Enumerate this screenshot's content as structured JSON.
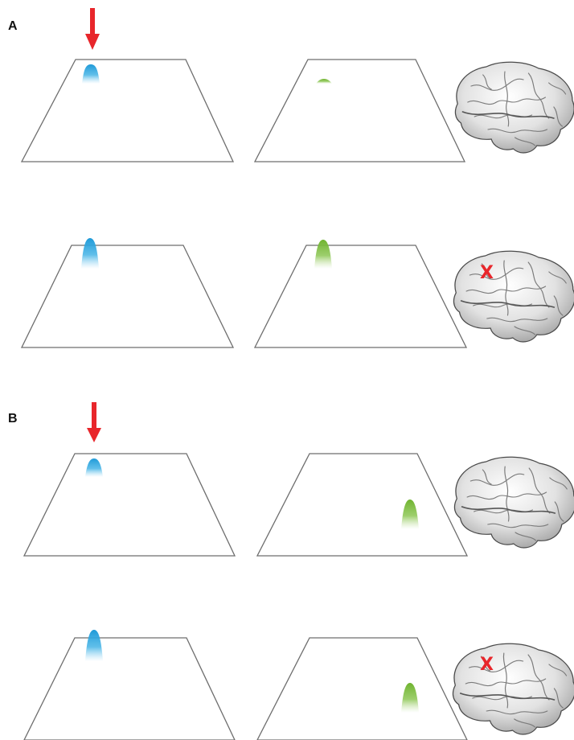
{
  "panels": [
    {
      "label": "A",
      "stimulus_arrow": true,
      "rows": [
        {
          "left_peak": {
            "color": "#29a3dd",
            "size": "large"
          },
          "right_peak": {
            "color": "#7fbf3e",
            "size": "small"
          },
          "brain_lesion": false
        },
        {
          "left_peak": {
            "color": "#29a3dd",
            "size": "large"
          },
          "right_peak": {
            "color": "#7fbf3e",
            "size": "large"
          },
          "brain_lesion": true
        }
      ]
    },
    {
      "label": "B",
      "stimulus_arrow": true,
      "rows": [
        {
          "left_peak": {
            "color": "#29a3dd",
            "size": "large"
          },
          "right_peak": {
            "color": "#7fbf3e",
            "size": "large"
          },
          "brain_lesion": false
        },
        {
          "left_peak": {
            "color": "#29a3dd",
            "size": "large"
          },
          "right_peak": {
            "color": "#7fbf3e",
            "size": "large"
          },
          "brain_lesion": true
        }
      ]
    }
  ],
  "lesion_marker": "X",
  "colors": {
    "arrow": "#e8262b",
    "marker": "#e8262b",
    "plane_stroke": "#6e6e6e"
  },
  "icons": {
    "brain": "brain-icon",
    "arrow": "arrow-down-icon"
  }
}
